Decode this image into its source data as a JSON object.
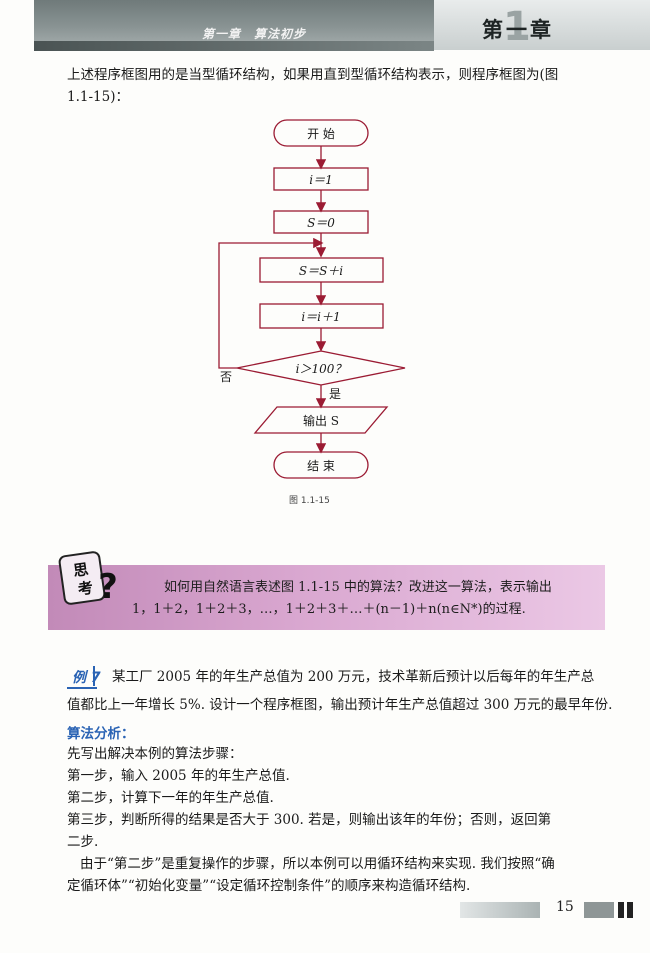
{
  "header": {
    "subtitle": "第一章　算法初步",
    "chapter_tab": "第一章",
    "chapter_num": "1"
  },
  "intro": {
    "line1": "上述程序框图用的是当型循环结构，如果用直到型循环结构表示，则程序框图为(图",
    "line2": "1.1-15)："
  },
  "flowchart": {
    "start": "开 始",
    "step1": "i＝1",
    "step2": "S＝0",
    "step3": "S＝S＋i",
    "step4": "i＝i＋1",
    "decision": "i＞100？",
    "no_label": "否",
    "yes_label": "是",
    "output": "输出 S",
    "end": "结 束",
    "caption": "图 1.1-15"
  },
  "think": {
    "badge": "思考",
    "line1": "如何用自然语言表述图 1.1-15 中的算法？改进这一算法，表示输出",
    "line2": "1，1＋2，1＋2＋3，…，1＋2＋3＋…＋(n－1)＋n(n∈N*)的过程."
  },
  "example": {
    "label": "例 7",
    "line1": "某工厂 2005 年的年生产总值为 200 万元，技术革新后预计以后每年的年生产总",
    "line2": "值都比上一年增长 5%. 设计一个程序框图，输出预计年生产总值超过 300 万元的最早年份."
  },
  "analysis": {
    "title": "算法分析：",
    "intro": "先写出解决本例的算法步骤：",
    "step1": "第一步，输入 2005 年的年生产总值.",
    "step2": "第二步，计算下一年的年生产总值.",
    "step3a": "第三步，判断所得的结果是否大于 300. 若是，则输出该年的年份；否则，返回第",
    "step3b": "二步.",
    "conc1": "由于“第二步”是重复操作的步骤，所以本例可以用循环结构来实现. 我们按照“确",
    "conc2": "定循环体”“初始化变量”“设定循环控制条件”的顺序来构造循环结构."
  },
  "footer": {
    "page_number": "15"
  }
}
